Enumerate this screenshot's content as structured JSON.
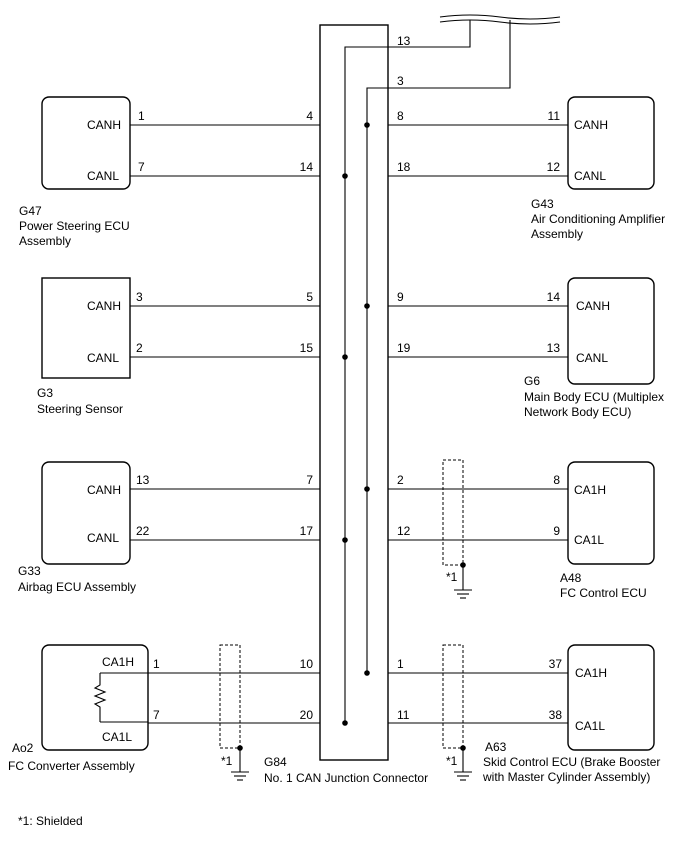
{
  "junction": {
    "id": "G84",
    "name": "No. 1 CAN Junction Connector",
    "top_pins": [
      "13",
      "3"
    ]
  },
  "left_ecus": [
    {
      "id": "G47",
      "name_line1": "Power Steering ECU",
      "name_line2": "Assembly",
      "h_label": "CANH",
      "l_label": "CANL",
      "h_pin": "1",
      "l_pin": "7",
      "h_jpin": "4",
      "l_jpin": "14"
    },
    {
      "id": "G3",
      "name_line1": "Steering Sensor",
      "name_line2": "",
      "h_label": "CANH",
      "l_label": "CANL",
      "h_pin": "3",
      "l_pin": "2",
      "h_jpin": "5",
      "l_jpin": "15"
    },
    {
      "id": "G33",
      "name_line1": "Airbag ECU Assembly",
      "name_line2": "",
      "h_label": "CANH",
      "l_label": "CANL",
      "h_pin": "13",
      "l_pin": "22",
      "h_jpin": "7",
      "l_jpin": "17"
    },
    {
      "id": "Ao2",
      "name_line1": "FC Converter Assembly",
      "name_line2": "",
      "h_label": "CA1H",
      "l_label": "CA1L",
      "h_pin": "1",
      "l_pin": "7",
      "h_jpin": "10",
      "l_jpin": "20"
    }
  ],
  "right_ecus": [
    {
      "id": "G43",
      "name_line1": "Air Conditioning Amplifier",
      "name_line2": "Assembly",
      "h_label": "CANH",
      "l_label": "CANL",
      "h_pin": "11",
      "l_pin": "12",
      "h_jpin": "8",
      "l_jpin": "18"
    },
    {
      "id": "G6",
      "name_line1": "Main Body ECU (Multiplex",
      "name_line2": "Network Body ECU)",
      "h_label": "CANH",
      "l_label": "CANL",
      "h_pin": "14",
      "l_pin": "13",
      "h_jpin": "9",
      "l_jpin": "19"
    },
    {
      "id": "A48",
      "name_line1": "FC Control ECU",
      "name_line2": "",
      "h_label": "CA1H",
      "l_label": "CA1L",
      "h_pin": "8",
      "l_pin": "9",
      "h_jpin": "2",
      "l_jpin": "12"
    },
    {
      "id": "A63",
      "name_line1": "Skid Control ECU (Brake Booster",
      "name_line2": "with Master Cylinder Assembly)",
      "h_label": "CA1H",
      "l_label": "CA1L",
      "h_pin": "37",
      "l_pin": "38",
      "h_jpin": "1",
      "l_jpin": "11"
    }
  ],
  "shield_marker": "*1",
  "footnote": "*1: Shielded"
}
